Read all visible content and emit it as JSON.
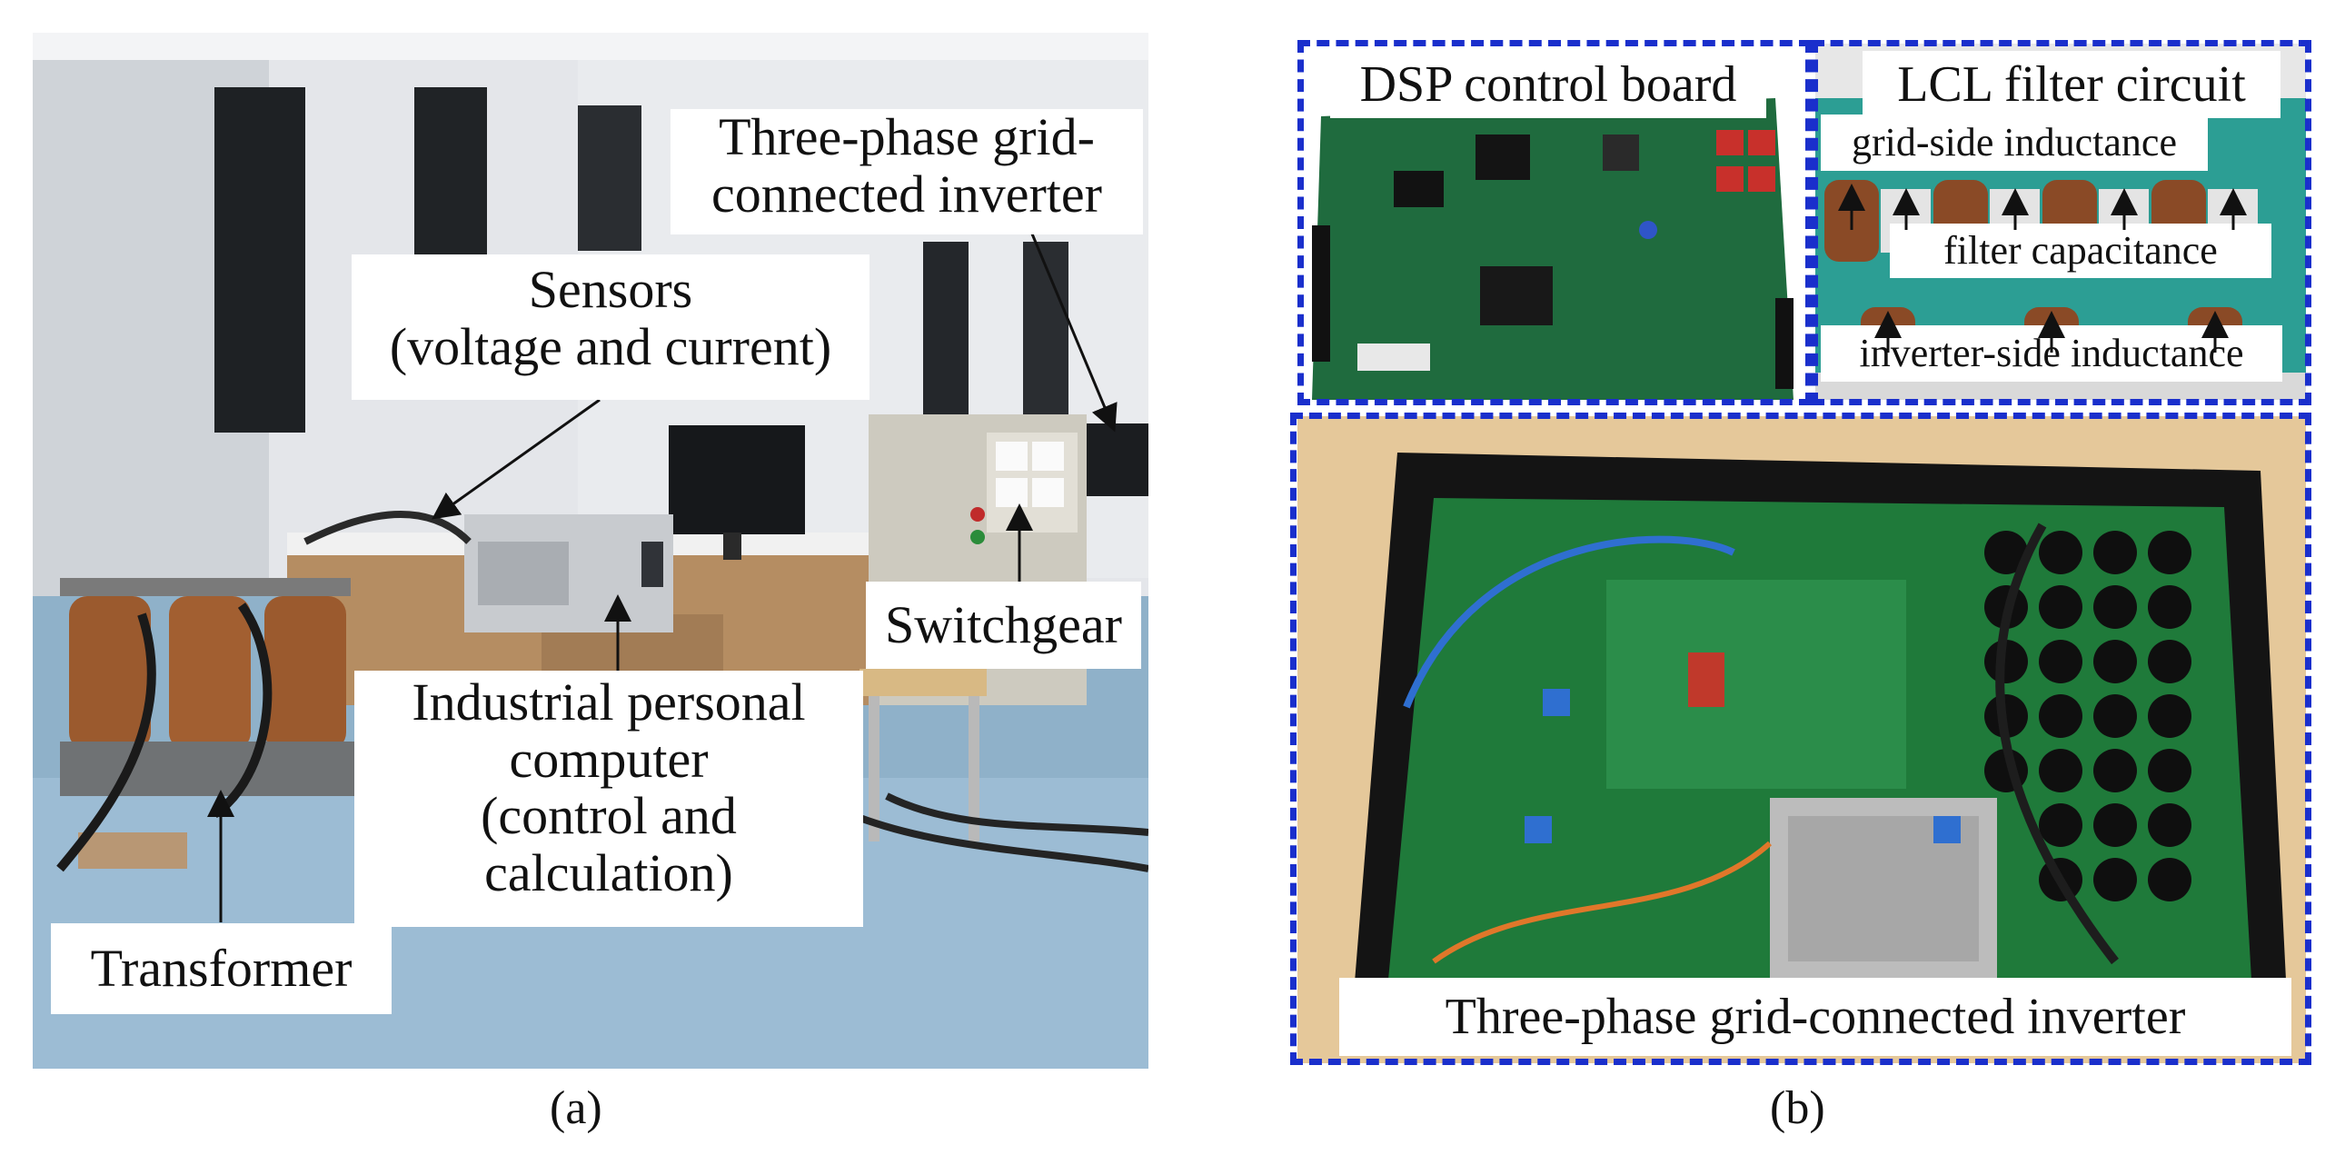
{
  "panel_a": {
    "caption": "(a)",
    "labels": {
      "inverter_line1": "Three-phase grid-",
      "inverter_line2": "connected inverter",
      "sensors_line1": "Sensors",
      "sensors_line2": "(voltage and current)",
      "switchgear": "Switchgear",
      "ipc_line1": "Industrial personal",
      "ipc_line2": "computer",
      "ipc_line3": "(control and",
      "ipc_line4": "calculation)",
      "transformer": "Transformer"
    }
  },
  "panel_b": {
    "caption": "(b)",
    "labels": {
      "dsp": "DSP control board",
      "lcl": "LCL filter circuit",
      "grid_side": "grid-side inductance",
      "filter_cap": "filter capacitance",
      "inverter_side": "inverter-side inductance",
      "inverter": "Three-phase grid-connected inverter"
    },
    "frame_color": "#1a2fcc"
  }
}
